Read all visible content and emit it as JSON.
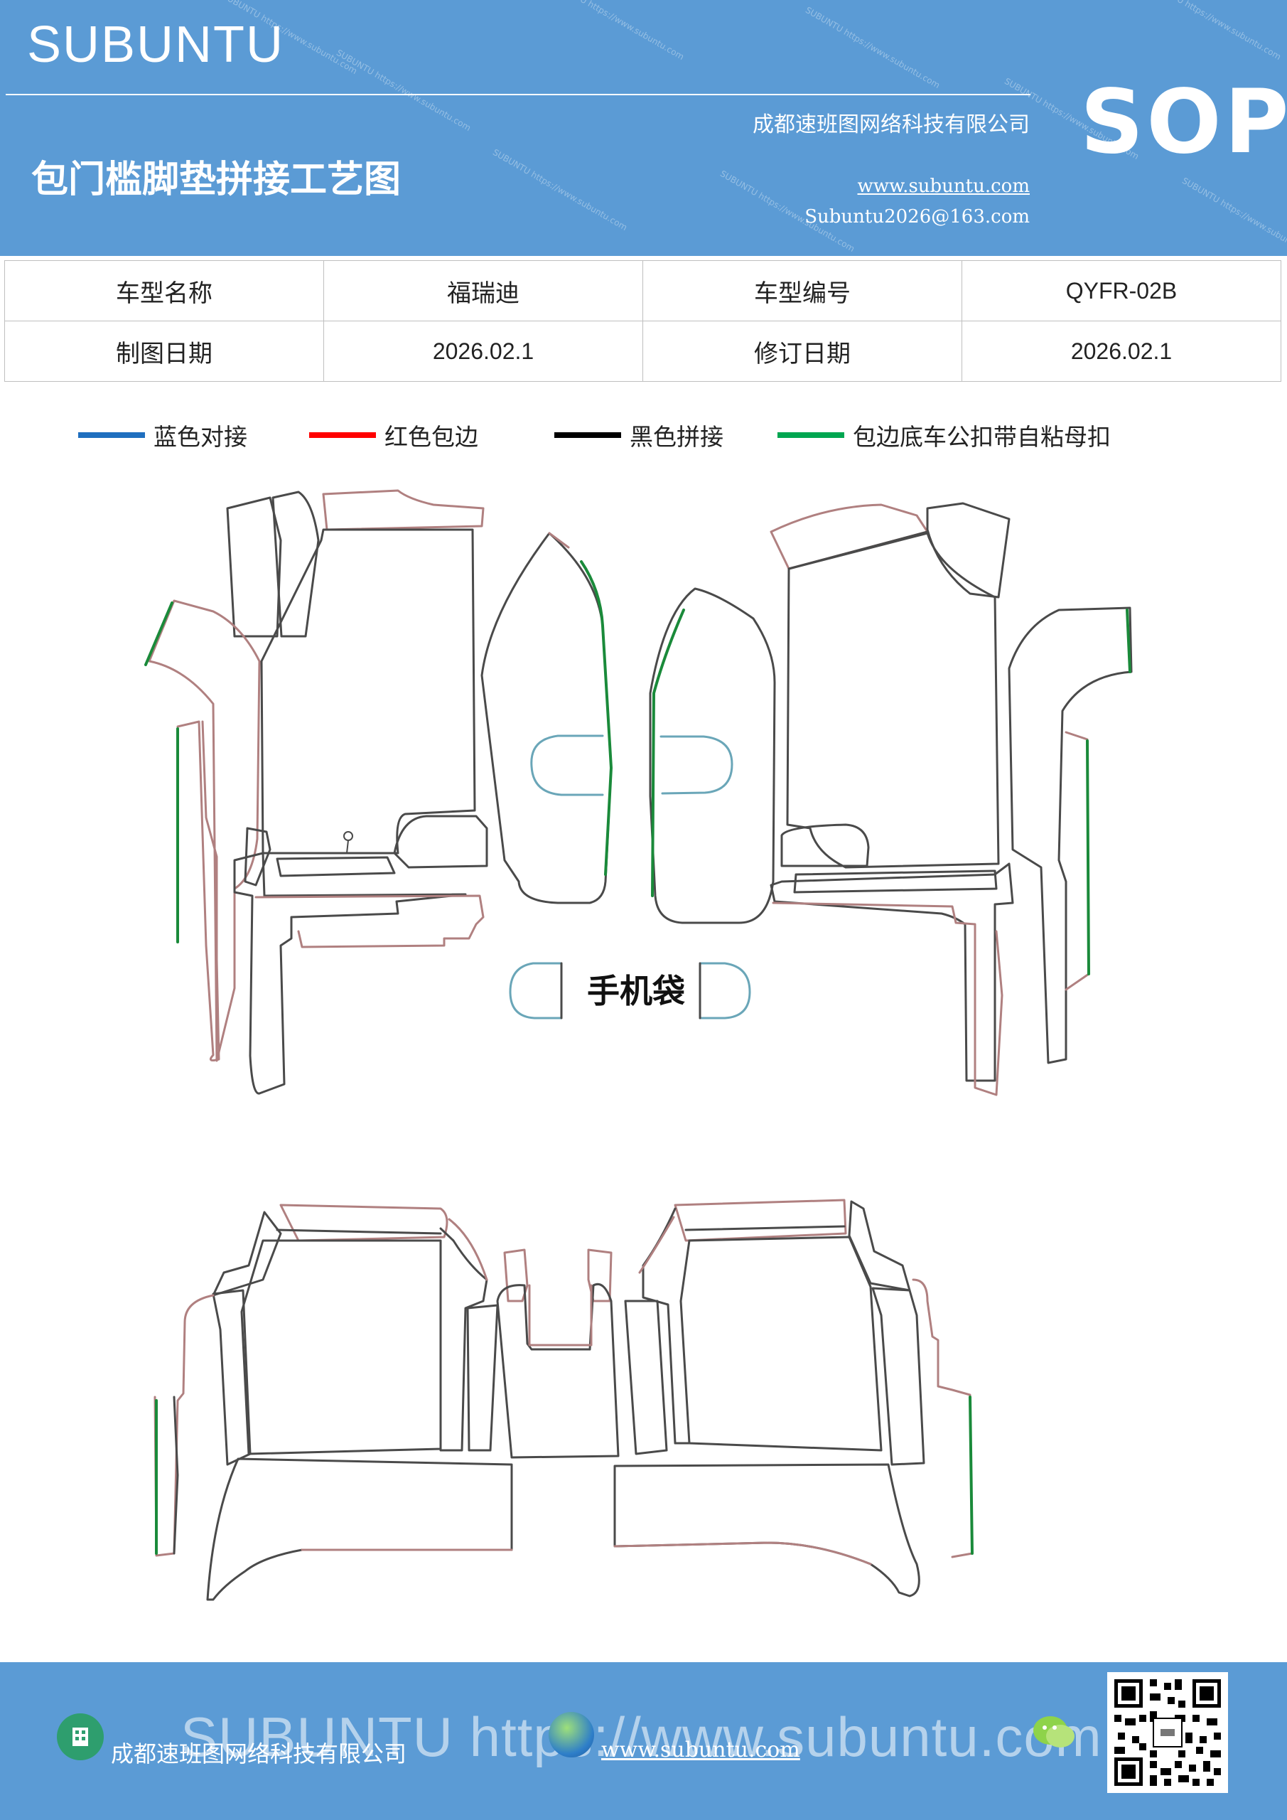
{
  "header": {
    "brand": "SUBUNTU",
    "title": "包门槛脚垫拼接工艺图",
    "company": "成都速班图网络科技有限公司",
    "website": "www.subuntu.com",
    "email": "Subuntu2026@163.com",
    "badge": "SOP"
  },
  "info_table": {
    "model_name_label": "车型名称",
    "model_name_value": "福瑞迪",
    "model_code_label": "车型编号",
    "model_code_value": "QYFR-02B",
    "draw_date_label": "制图日期",
    "draw_date_value": "2026.02.1",
    "revise_date_label": "修订日期",
    "revise_date_value": "2026.02.1"
  },
  "legend": [
    {
      "label": "蓝色对接",
      "color": "#1f6fbf"
    },
    {
      "label": "红色包边",
      "color": "#ff0000"
    },
    {
      "label": "黑色拼接",
      "color": "#000000"
    },
    {
      "label": "包边底车公扣带自粘母扣",
      "color": "#00a650"
    }
  ],
  "drawing": {
    "phone_pocket_label": "手机袋",
    "colors": {
      "outline": "#4a4a4a",
      "trim": "#b08080",
      "velcro": "#1a8a3a",
      "butt_joint": "#6aa6b8"
    }
  },
  "footer": {
    "watermark": "SUBUNTU https://www.subuntu.com",
    "company": "成都速班图网络科技有限公司",
    "website": "www.subuntu.com",
    "colors": {
      "bar": "#5b9bd5"
    }
  }
}
